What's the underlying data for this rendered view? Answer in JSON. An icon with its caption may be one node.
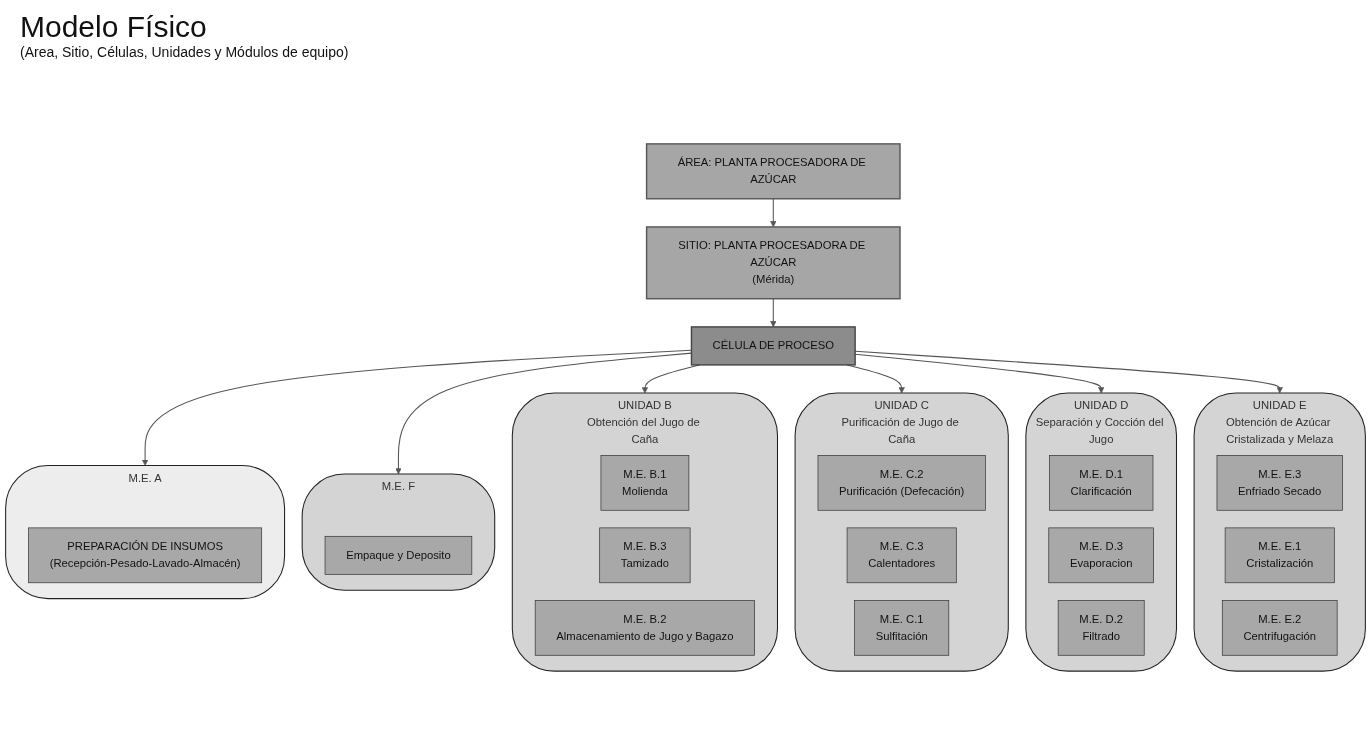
{
  "diagram": {
    "title": "Modelo Físico",
    "nodes": [
      {
        "text": [
          "ÁREA: PLANTA PROCESADORA DE AZÚCAR"
        ]
      },
      {
        "text": [
          "SITIO: PLANTA PROCESADORA DE AZÚCAR",
          "(Mérida)"
        ]
      },
      {
        "text": [
          "CÉLULA DE PROCESO"
        ]
      },
      {
        "text": [
          "M.E. A"
        ]
      },
      {
        "text": [
          "PREPARACIÓN DE INSUMOS",
          "(Recepción-Pesado-Lavado-Almacén)"
        ],
        "in": 3
      },
      {
        "text": [
          "M.E. F"
        ]
      },
      {
        "text": [
          "Empaque y Deposito"
        ],
        "in": 5
      },
      {
        "text": [
          "UNIDAD B",
          "Obtención del Jugo de Caña"
        ]
      },
      {
        "text": [
          "M.E. B.1",
          "Molienda"
        ],
        "in": 7
      },
      {
        "text": [
          "M.E. B.3",
          "Tamizado"
        ],
        "in": 7
      },
      {
        "text": [
          "M.E. B.2",
          "Almacenamiento de Jugo y Bagazo"
        ],
        "in": 7
      },
      {
        "text": [
          "UNIDAD D",
          "Separación y Cocción del Jugo"
        ]
      },
      {
        "text": [
          "M.E. D.1",
          "Clarificación"
        ],
        "in": 11
      },
      {
        "text": [
          "M.E. D.3",
          "Evaporacion"
        ],
        "in": 11
      },
      {
        "text": [
          "M.E. D.2",
          "Filtrado"
        ],
        "in": 11
      },
      {
        "text": [
          "UNIDAD C",
          "Purificación de Jugo de Caña"
        ]
      },
      {
        "text": [
          "M.E. C.2",
          "Purificación (Defecación)"
        ],
        "in": 15
      },
      {
        "text": [
          "M.E. C.3",
          "Calentadores"
        ],
        "in": 15
      },
      {
        "text": [
          "M.E. C.1",
          "Sulfitación"
        ],
        "in": 15
      },
      {
        "text": [
          "UNIDAD E",
          "Obtención de Azúcar Cristalizada y Melaza"
        ]
      },
      {
        "text": [
          "M.E. E.3",
          "Enfriado Secado"
        ],
        "in": 19
      },
      {
        "text": [
          "M.E. E.1",
          "Cristalización"
        ],
        "in": 19
      },
      {
        "text": [
          "M.E. E.2",
          "Centrifugación"
        ],
        "in": 19
      }
    ],
    "edges": [
      {
        "from": 0,
        "to": 1,
        "arrow": "to"
      },
      {
        "from": 1,
        "to": 2,
        "arrow": "to"
      },
      {
        "from": 2,
        "to": 3,
        "arrow": "to"
      },
      {
        "from": 2,
        "to": 5,
        "arrow": "to"
      },
      {
        "from": 2,
        "to": 7,
        "arrow": "to"
      },
      {
        "from": 2,
        "to": 15,
        "arrow": "to"
      },
      {
        "from": 2,
        "to": 11,
        "arrow": "to"
      },
      {
        "from": 2,
        "to": 19,
        "arrow": "to"
      }
    ],
    "labels": [
      "(Area, Sitio, Células, Unidades y Módulos de equipo)"
    ]
  }
}
